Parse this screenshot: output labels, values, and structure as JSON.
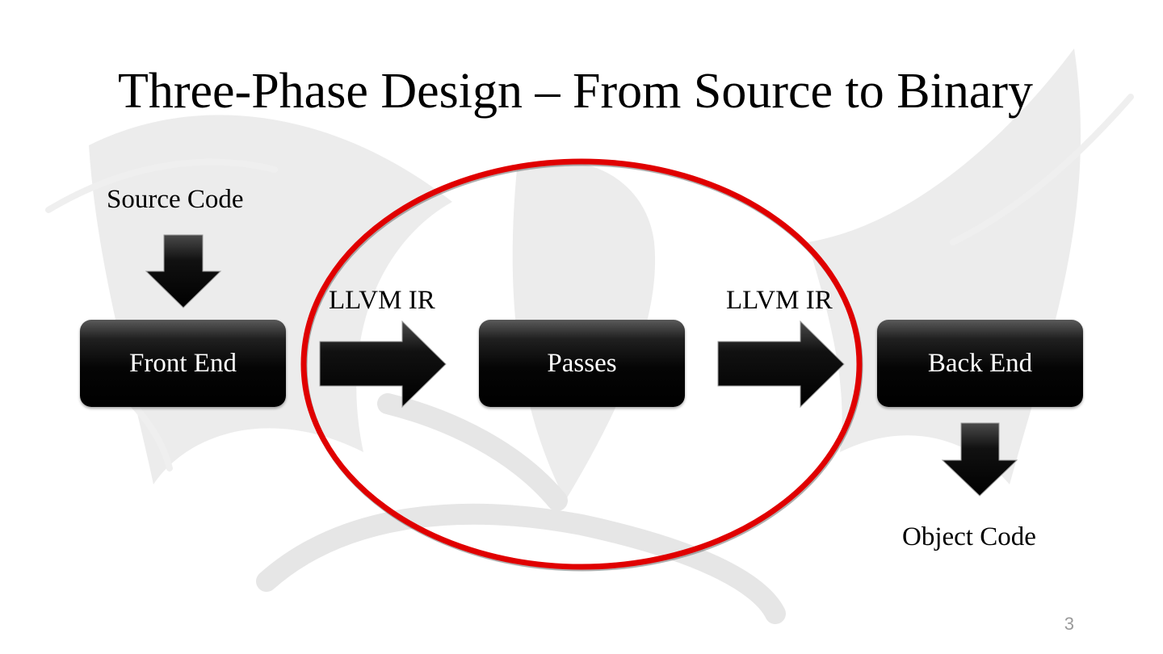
{
  "slide": {
    "title": "Three-Phase Design – From Source to Binary",
    "page_number": "3"
  },
  "diagram": {
    "input_label": "Source Code",
    "output_label": "Object Code",
    "stages": [
      {
        "label": "Front End"
      },
      {
        "label": "Passes"
      },
      {
        "label": "Back End"
      }
    ],
    "connectors": [
      {
        "label": "LLVM IR"
      },
      {
        "label": "LLVM IR"
      }
    ],
    "highlight_color": "#e00000",
    "arrow_color": "#000000"
  }
}
